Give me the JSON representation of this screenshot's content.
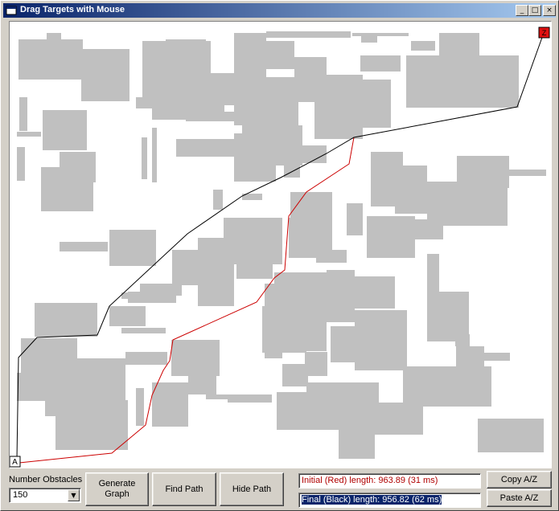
{
  "window": {
    "title": "Drag Targets with Mouse",
    "min_glyph": "_",
    "max_glyph": "□",
    "close_glyph": "×"
  },
  "markers": {
    "start_label": "A",
    "end_label": "Z",
    "end_color": "#e01010"
  },
  "paths": {
    "initial_color": "#cc0000",
    "final_color": "#000000"
  },
  "controls": {
    "obstacles_label": "Number Obstacles",
    "obstacles_value": "150",
    "generate_label": "Generate\nGraph",
    "find_path_label": "Find Path",
    "hide_path_label": "Hide Path",
    "initial_text": "Initial (Red) length: 963.89 (31 ms)",
    "final_text": "Final (Black) length: 956.82 (62 ms)",
    "copy_label": "Copy  A/Z",
    "paste_label": "Paste A/Z"
  },
  "colors": {
    "obstacle": "#c0c0c0",
    "canvas_bg": "#ffffff",
    "titlebar_start": "#0a246a",
    "titlebar_end": "#a6caf0"
  }
}
